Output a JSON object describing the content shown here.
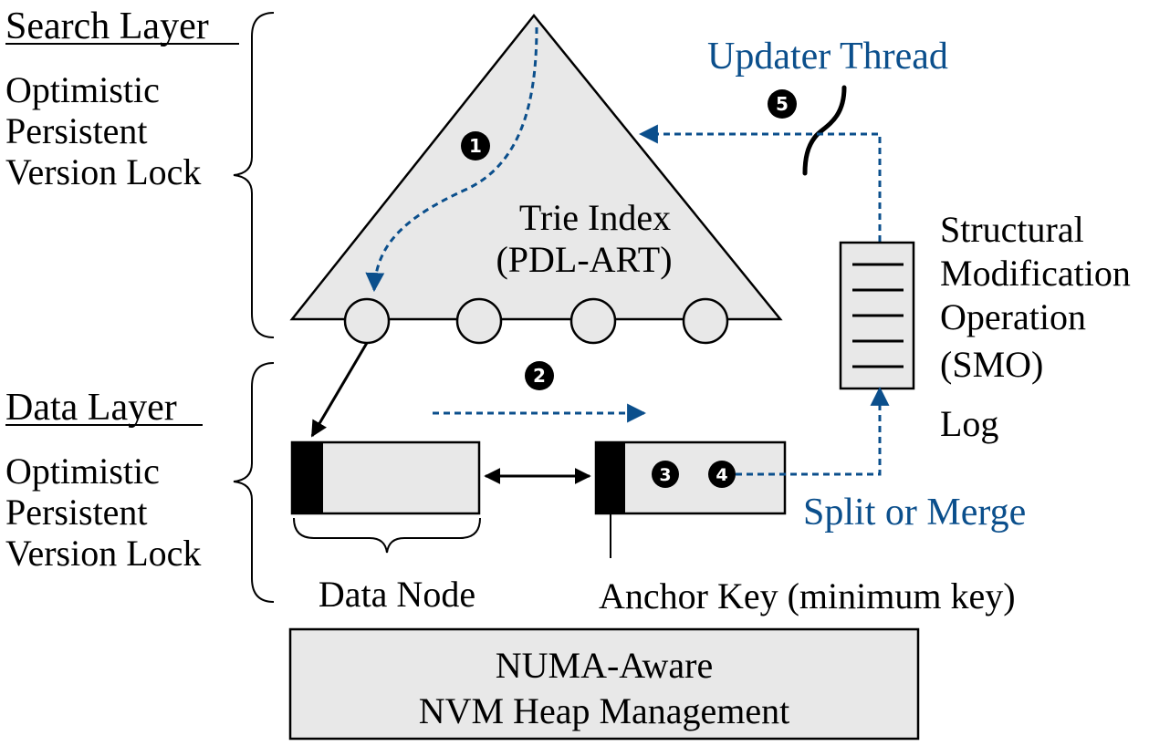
{
  "left": {
    "search_layer_title": "Search Layer",
    "search_lock_lines": [
      "Optimistic",
      "Persistent",
      "Version Lock"
    ],
    "data_layer_title": "Data Layer",
    "data_lock_lines": [
      "Optimistic",
      "Persistent",
      "Version Lock"
    ]
  },
  "trie": {
    "title": "Trie Index",
    "subtitle": "(PDL-ART)"
  },
  "updater_thread": "Updater Thread",
  "smo_log_lines": [
    "Structural",
    "Modification",
    "Operation",
    "(SMO)",
    "Log"
  ],
  "split_or_merge": "Split or Merge",
  "data_node_label": "Data Node",
  "anchor_key_label": "Anchor Key (minimum key)",
  "heap": {
    "line1": "NUMA-Aware",
    "line2": "NVM Heap Management"
  },
  "steps": [
    "1",
    "2",
    "3",
    "4",
    "5"
  ],
  "colors": {
    "accent_blue": "#0b4f8c",
    "fill_gray": "#e8e8e8",
    "black": "#000000"
  }
}
